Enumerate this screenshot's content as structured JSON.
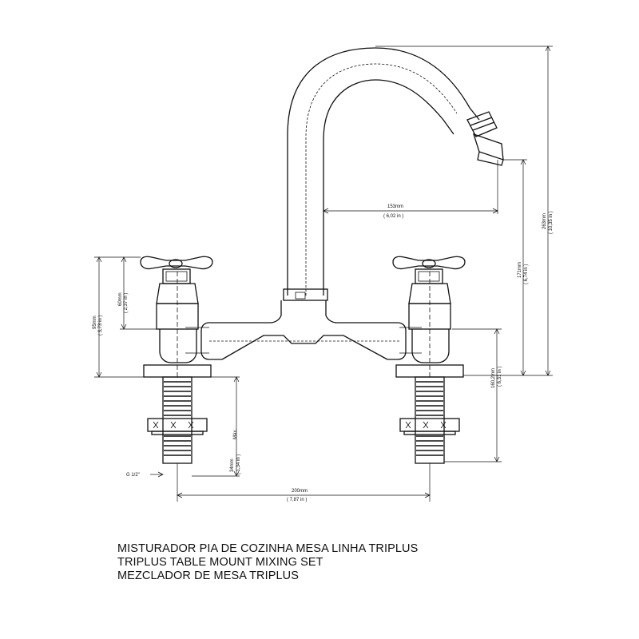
{
  "titles": {
    "pt": "MISTURADOR PIA DE COZINHA MESA LINHA TRIPLUS",
    "en": "TRIPLUS TABLE MOUNT MIXING SET",
    "es": "MEZCLADOR DE MESA TRIPLUS"
  },
  "dimensions": {
    "spout_reach": {
      "mm": "153mm",
      "inch": "( 6,02 in )"
    },
    "total_height": {
      "mm": "263mm",
      "inch": "( 10,35 in )"
    },
    "spout_outlet_height": {
      "mm": "171mm",
      "inch": "( 6,74 in )"
    },
    "body_height": {
      "mm": "160,2mm",
      "inch": "( 6,31 in )"
    },
    "handle_height": {
      "mm": "95mm",
      "inch": "( 3,73 in )"
    },
    "handle_top": {
      "mm": "60mm",
      "inch": "( 2,37 in )"
    },
    "shank_length": {
      "mm": "34mm",
      "inch": "( 1,34 in )"
    },
    "shank_max": {
      "text": "Máx."
    },
    "center_distance": {
      "mm": "200mm",
      "inch": "( 7,87 in )"
    },
    "thread": {
      "text": "G 1/2\""
    }
  }
}
